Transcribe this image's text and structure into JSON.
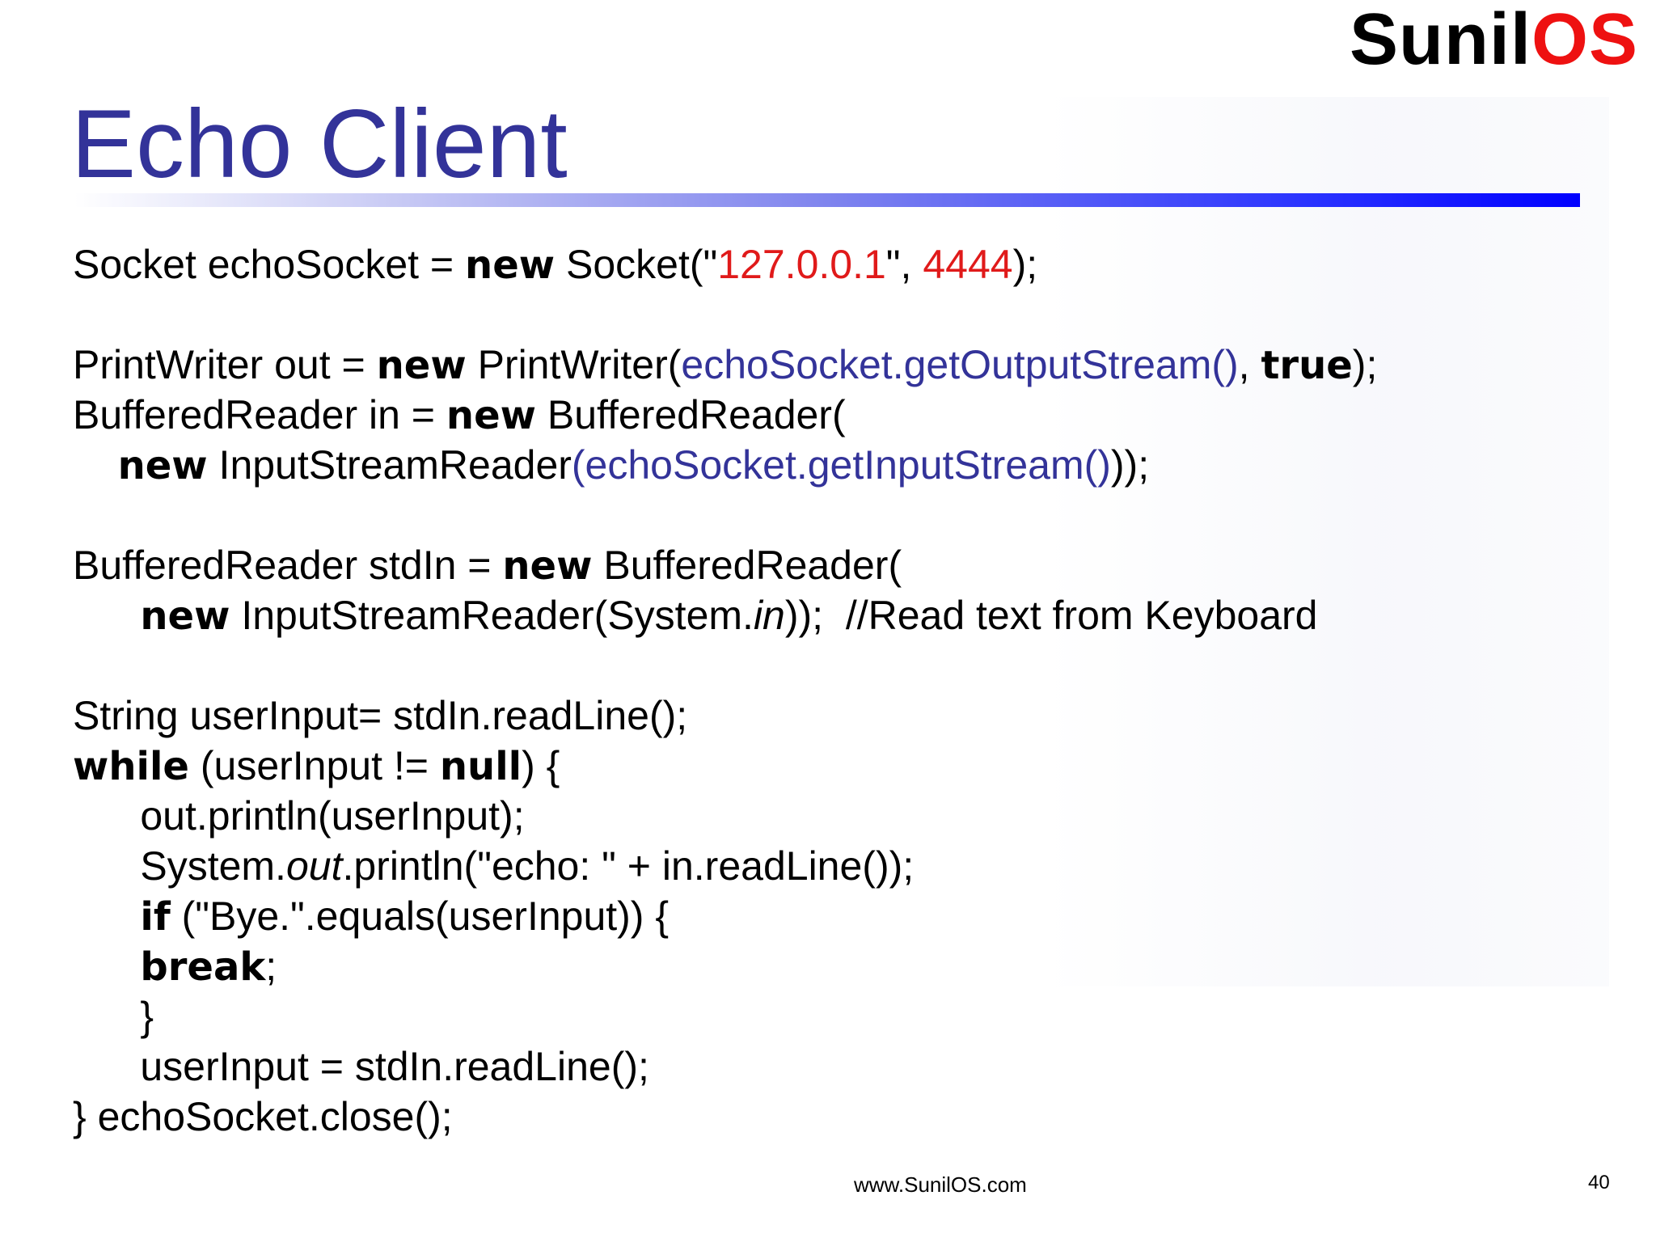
{
  "logo": {
    "part1": "Sunil",
    "part2": "OS",
    "color_dark": "#000000",
    "color_accent": "#ee1111"
  },
  "slide": {
    "title": "Echo Client",
    "title_color": "#333399"
  },
  "code": {
    "l1": {
      "a": "Socket echoSocket = ",
      "kw": "new",
      "b": " Socket(\"",
      "ip": "127.0.0.1",
      "c": "\", ",
      "port": "4444",
      "d": ");"
    },
    "l2": {
      "a": "PrintWriter out = ",
      "kw": "new",
      "b": " PrintWriter(",
      "blue": "echoSocket.getOutputStream()",
      "c": ", ",
      "kw2": "true",
      "d": ");"
    },
    "l3": {
      "a": "BufferedReader in = ",
      "kw": "new",
      "b": " BufferedReader("
    },
    "l4": {
      "indent": "    ",
      "kw": "new",
      "b": " InputStreamReader",
      "blue": "(echoSocket.getInputStream()",
      "c": "));"
    },
    "l5": {
      "a": "BufferedReader stdIn = ",
      "kw": "new",
      "b": " BufferedReader("
    },
    "l6": {
      "indent": "      ",
      "kw": "new",
      "b": " InputStreamReader(System.",
      "it": "in",
      "c": "));  //Read text from Keyboard"
    },
    "l7": {
      "a": "String userInput= stdIn.readLine();"
    },
    "l8": {
      "kw": "while",
      "b": " (userInput != ",
      "kw2": "null",
      "c": ") {"
    },
    "l9": {
      "indent": "      ",
      "a": "out.println(userInput);"
    },
    "l10": {
      "indent": "      ",
      "a": "System.",
      "it": "out",
      "b": ".println(\"echo: \" + in.readLine());"
    },
    "l11": {
      "indent": "      ",
      "kw": "if",
      "b": " (\"Bye.\".equals(userInput)) {"
    },
    "l12": {
      "indent": "      ",
      "kw": "break",
      "b": ";"
    },
    "l13": {
      "indent": "      ",
      "a": "}"
    },
    "l14": {
      "indent": "      ",
      "a": "userInput = stdIn.readLine();"
    },
    "l15": {
      "a": "} echoSocket.close();"
    }
  },
  "footer": {
    "url": "www.SunilOS.com",
    "page": "40"
  }
}
